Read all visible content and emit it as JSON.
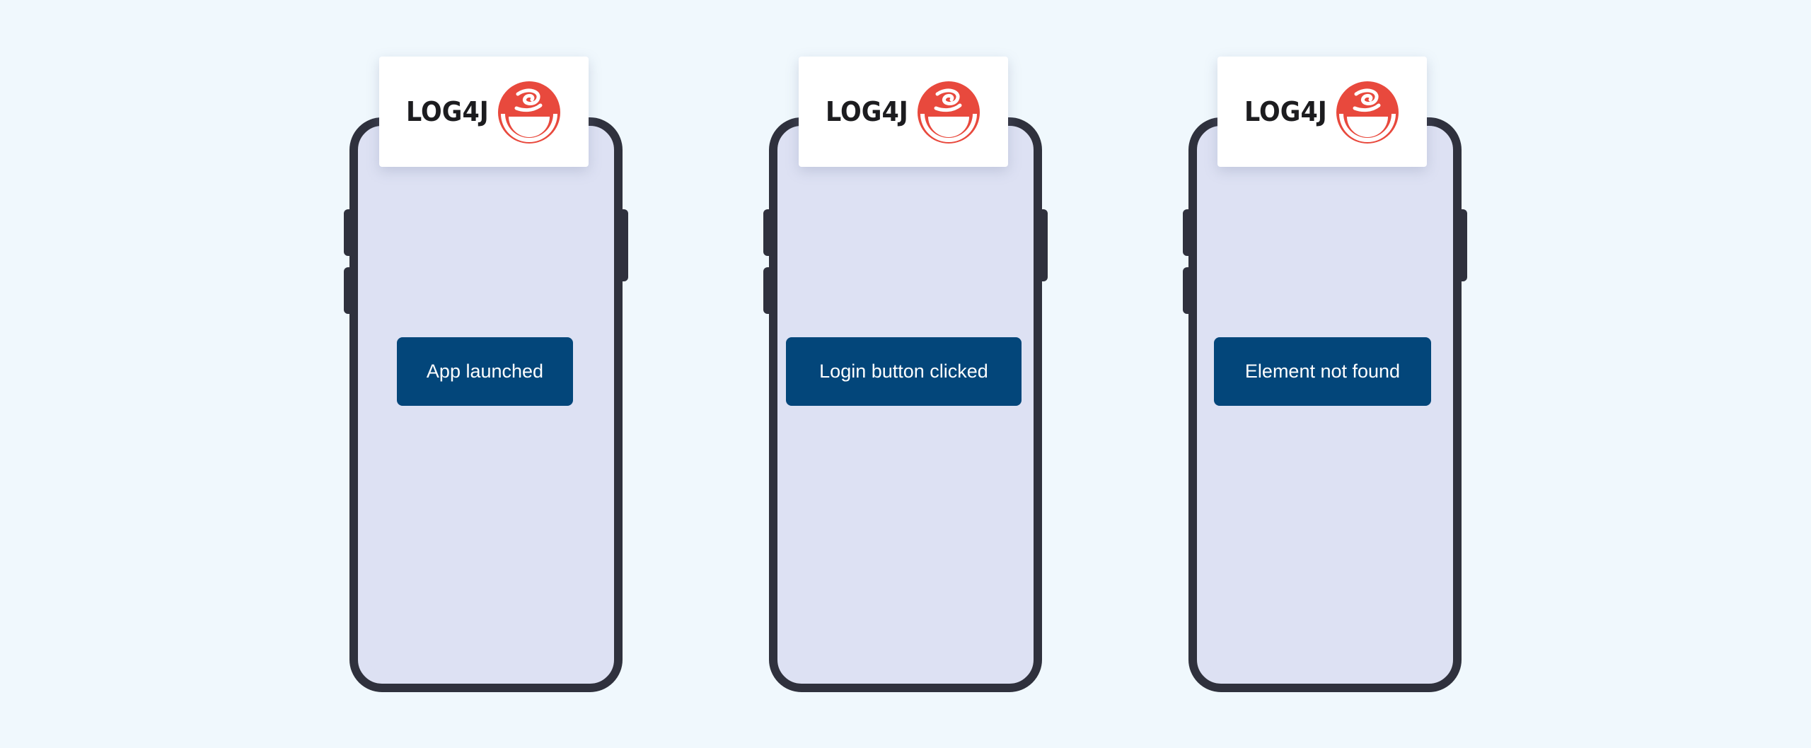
{
  "brand": {
    "logo_text": "LOG4J",
    "accent_color": "#e8493d"
  },
  "phones": [
    {
      "message": "App launched"
    },
    {
      "message": "Login button clicked"
    },
    {
      "message": "Element not found"
    }
  ],
  "colors": {
    "background": "#f0f8fd",
    "phone_frame": "#2f313d",
    "phone_screen": "#dde1f3",
    "message_bg": "#03467a",
    "message_text": "#ffffff"
  }
}
